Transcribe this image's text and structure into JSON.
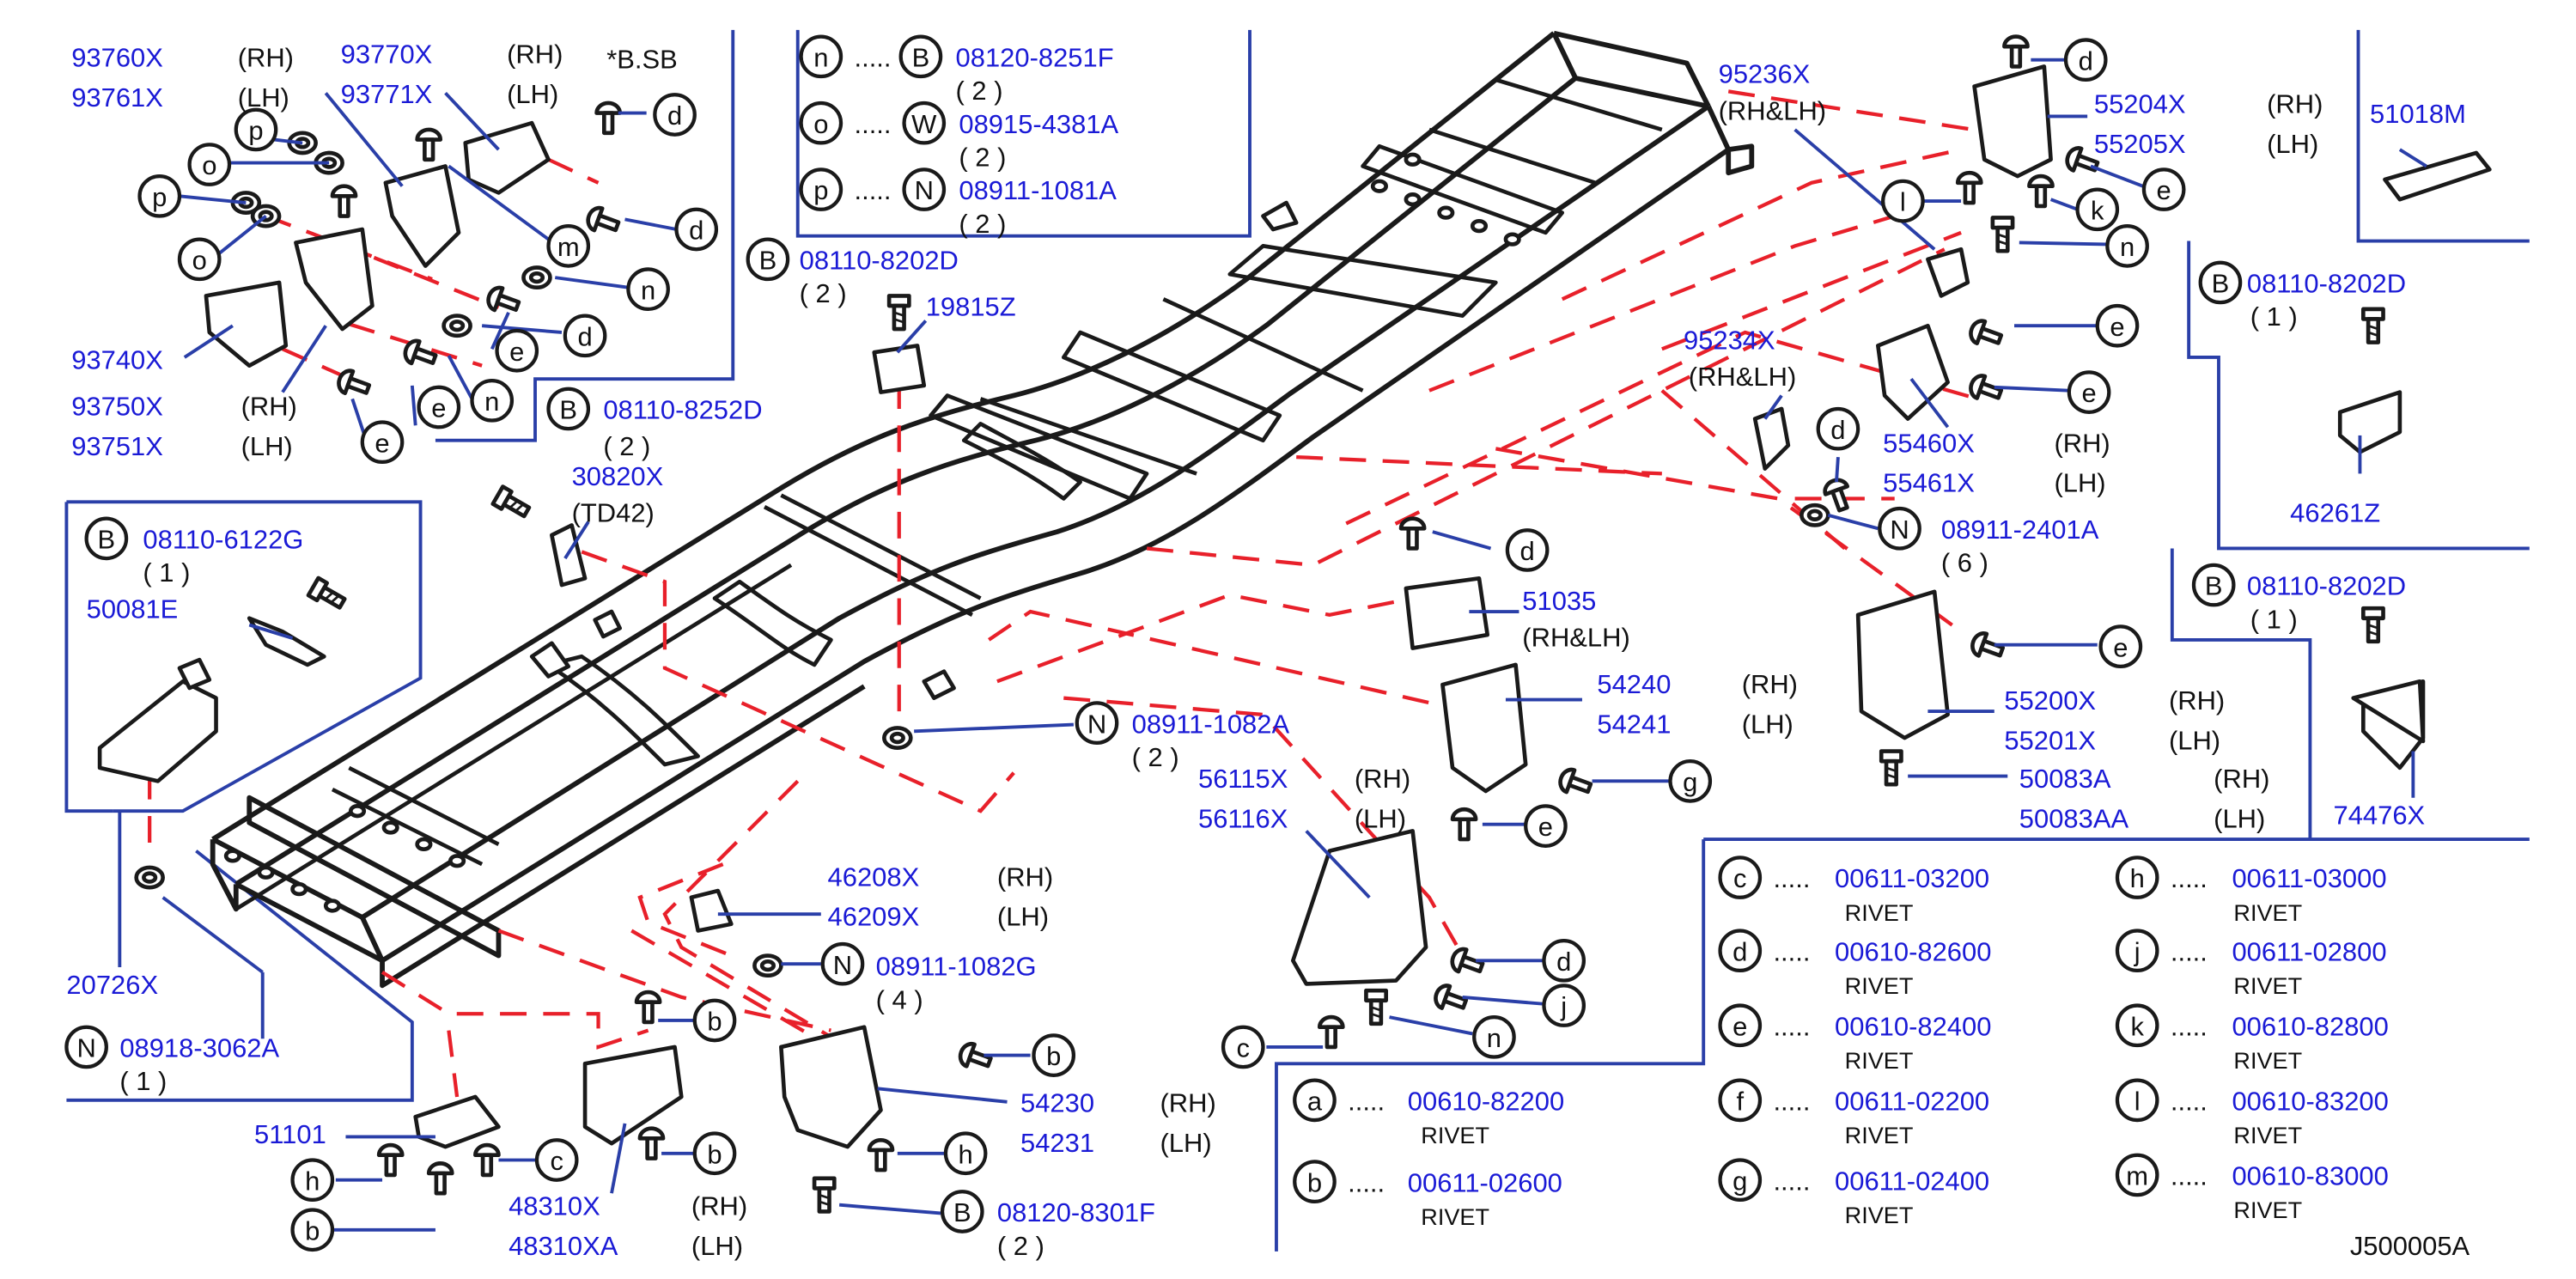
{
  "diagram_id": "J500005A",
  "callouts": {
    "c93760": "93760X",
    "c93761": "93761X",
    "rh": "(RH)",
    "lh": "(LH)",
    "rhlh": "(RH&LH)",
    "c93770": "93770X",
    "c93771": "93771X",
    "sb": "*B.SB",
    "c93740": "93740X",
    "c93750": "93750X",
    "c93751": "93751X",
    "c19815": "19815Z",
    "c30820": "30820X",
    "td42": "(TD42)",
    "c50081": "50081E",
    "c20726": "20726X",
    "c95236": "95236X",
    "c55204": "55204X",
    "c55205": "55205X",
    "c51018": "51018M",
    "c46261": "46261Z",
    "c74476": "74476X",
    "c95234": "95234X",
    "c55460": "55460X",
    "c55461": "55461X",
    "c51035": "51035",
    "c54240": "54240",
    "c54241": "54241",
    "c55200": "55200X",
    "c55201": "55201X",
    "c50083a": "50083A",
    "c50083aa": "50083AA",
    "c56115": "56115X",
    "c56116": "56116X",
    "c46208": "46208X",
    "c46209": "46209X",
    "c54230": "54230",
    "c54231": "54231",
    "c51101": "51101",
    "c48310": "48310X",
    "c48310xa": "48310XA"
  },
  "part_refs": {
    "p_08120_8251F": "08120-8251F",
    "p_08915_4381A": "08915-4381A",
    "p_08911_1081A": "08911-1081A",
    "p_08110_8202D": "08110-8202D",
    "p_08110_8252D": "08110-8252D",
    "p_08110_6122G": "08110-6122G",
    "p_08911_2401A": "08911-2401A",
    "p_08911_1082A": "08911-1082A",
    "p_08911_1082G": "08911-1082G",
    "p_08918_3062A": "08918-3062A",
    "p_08120_8301F": "08120-8301F"
  },
  "qty": {
    "q1": "( 1 )",
    "q2": "( 2 )",
    "q4": "( 4 )",
    "q6": "( 6 )"
  },
  "dots": ".....",
  "letters": {
    "B": "B",
    "N": "N",
    "W": "W",
    "n": "n",
    "o": "o",
    "p": "p",
    "m": "m",
    "d": "d",
    "e": "e",
    "l": "l",
    "k": "k",
    "g": "g",
    "j": "j",
    "b": "b",
    "c": "c",
    "h": "h",
    "f": "f"
  },
  "rivet_table": [
    {
      "letter": "c",
      "code": "00611-03200",
      "desc": "RIVET"
    },
    {
      "letter": "d",
      "code": "00610-82600",
      "desc": "RIVET"
    },
    {
      "letter": "e",
      "code": "00610-82400",
      "desc": "RIVET"
    },
    {
      "letter": "f",
      "code": "00611-02200",
      "desc": "RIVET"
    },
    {
      "letter": "g",
      "code": "00611-02400",
      "desc": "RIVET"
    },
    {
      "letter": "h",
      "code": "00611-03000",
      "desc": "RIVET"
    },
    {
      "letter": "j",
      "code": "00611-02800",
      "desc": "RIVET"
    },
    {
      "letter": "k",
      "code": "00610-82800",
      "desc": "RIVET"
    },
    {
      "letter": "l",
      "code": "00610-83200",
      "desc": "RIVET"
    },
    {
      "letter": "m",
      "code": "00610-83000",
      "desc": "RIVET"
    },
    {
      "letter": "a",
      "code": "00610-82200",
      "desc": "RIVET"
    },
    {
      "letter": "b",
      "code": "00611-02600",
      "desc": "RIVET"
    }
  ]
}
